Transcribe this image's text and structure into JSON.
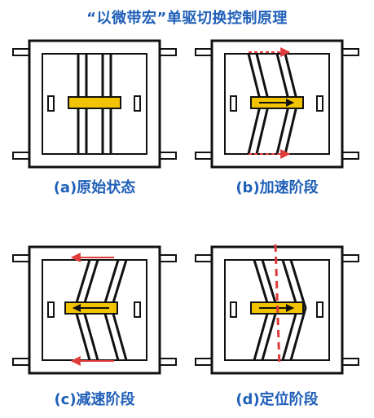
{
  "title": "“以微带宏”单驱切换控制原理",
  "panels": [
    {
      "id": "a",
      "caption": "(a)原始状态"
    },
    {
      "id": "b",
      "caption": "(b)加速阶段"
    },
    {
      "id": "c",
      "caption": "(c)减速阶段"
    },
    {
      "id": "d",
      "caption": "(d)定位阶段"
    }
  ],
  "colors": {
    "title": "#1f5fb8",
    "outline": "#111111",
    "frame_fill": "#ffffff",
    "slider": "#f2c400",
    "arrow_red": "#e03a3a",
    "arrow_black": "#111111",
    "panel_bg": "#f0f0f0"
  }
}
